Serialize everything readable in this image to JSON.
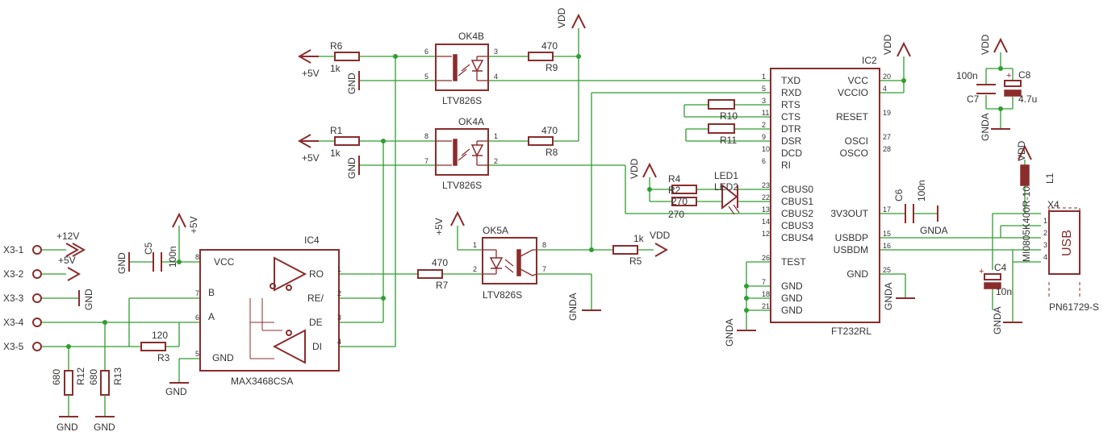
{
  "connector_x3": [
    "X3-1",
    "X3-2",
    "X3-3",
    "X3-4",
    "X3-5"
  ],
  "rails": {
    "p12v": "+12V",
    "p5v": "+5V",
    "gnd": "GND",
    "vdd": "VDD",
    "gnda": "GNDA"
  },
  "parts": {
    "R6": {
      "ref": "R6",
      "val": "1k"
    },
    "R1": {
      "ref": "R1",
      "val": "1k"
    },
    "R9": {
      "ref": "R9",
      "val": "470"
    },
    "R8": {
      "ref": "R8",
      "val": "470"
    },
    "R7": {
      "ref": "R7",
      "val": "470"
    },
    "R5": {
      "ref": "R5",
      "val": "1k"
    },
    "R3": {
      "ref": "R3",
      "val": "120"
    },
    "R12": {
      "ref": "R12",
      "val": "680"
    },
    "R13": {
      "ref": "R13",
      "val": "680"
    },
    "R4": {
      "ref": "R4",
      "val": "270"
    },
    "R2": {
      "ref": "R2",
      "val": "270"
    },
    "R10": {
      "ref": "R10"
    },
    "R11": {
      "ref": "R11"
    },
    "C5": {
      "ref": "C5",
      "val": "100n"
    },
    "C6": {
      "ref": "C6",
      "val": "100n"
    },
    "C7": {
      "ref": "C7",
      "val": "100n"
    },
    "C8": {
      "ref": "C8",
      "val": "4.7u"
    },
    "C4": {
      "ref": "C4",
      "val": "10n"
    },
    "L1": {
      "ref": "L1",
      "val": "MI0805K400R-10"
    },
    "LED1": {
      "ref": "LED1",
      "ref2": "LED2"
    },
    "OK4B": {
      "ref": "OK4B",
      "val": "LTV826S"
    },
    "OK4A": {
      "ref": "OK4A",
      "val": "LTV826S"
    },
    "OK5A": {
      "ref": "OK5A",
      "val": "LTV826S"
    },
    "IC4": {
      "ref": "IC4",
      "val": "MAX3468CSA"
    },
    "IC2": {
      "ref": "IC2",
      "val": "FT232RL"
    },
    "X4": {
      "ref": "X4",
      "val": "PN61729-S",
      "label": "USB"
    }
  },
  "ic4_pins": {
    "vcc": "VCC",
    "b": "B",
    "a": "A",
    "gnd": "GND",
    "ro": "RO",
    "re": "RE/",
    "de": "DE",
    "di": "DI",
    "n1": "1",
    "n2": "2",
    "n3": "3",
    "n4": "4",
    "n5": "5",
    "n6": "6",
    "n7": "7",
    "n8": "8"
  },
  "ic2_left": [
    {
      "name": "TXD",
      "num": "1"
    },
    {
      "name": "RXD",
      "num": "5"
    },
    {
      "name": "RTS",
      "num": "3"
    },
    {
      "name": "CTS",
      "num": "11"
    },
    {
      "name": "DTR",
      "num": "2"
    },
    {
      "name": "DSR",
      "num": "9"
    },
    {
      "name": "DCD",
      "num": "10"
    },
    {
      "name": "RI",
      "num": "6"
    },
    {
      "name": "CBUS0",
      "num": "23"
    },
    {
      "name": "CBUS1",
      "num": "22"
    },
    {
      "name": "CBUS2",
      "num": "13"
    },
    {
      "name": "CBUS3",
      "num": "14"
    },
    {
      "name": "CBUS4",
      "num": "12"
    },
    {
      "name": "TEST",
      "num": "26"
    },
    {
      "name": "GND",
      "num": "7"
    },
    {
      "name": "GND",
      "num": "18"
    },
    {
      "name": "GND",
      "num": "21"
    }
  ],
  "ic2_right": [
    {
      "name": "VCC",
      "num": "20"
    },
    {
      "name": "VCCIO",
      "num": "4"
    },
    {
      "name": "RESET",
      "num": "19"
    },
    {
      "name": "OSCI",
      "num": "27"
    },
    {
      "name": "OSCO",
      "num": "28"
    },
    {
      "name": "3V3OUT",
      "num": "17"
    },
    {
      "name": "USBDP",
      "num": "15"
    },
    {
      "name": "USBDM",
      "num": "16"
    },
    {
      "name": "GND",
      "num": "25"
    }
  ],
  "opto_pins": {
    "p6": "6",
    "p5": "5",
    "p3": "3",
    "p4": "4",
    "p8": "8",
    "p7": "7",
    "p1": "1",
    "p2": "2"
  },
  "x4_pins": [
    "1",
    "2",
    "3",
    "4"
  ]
}
